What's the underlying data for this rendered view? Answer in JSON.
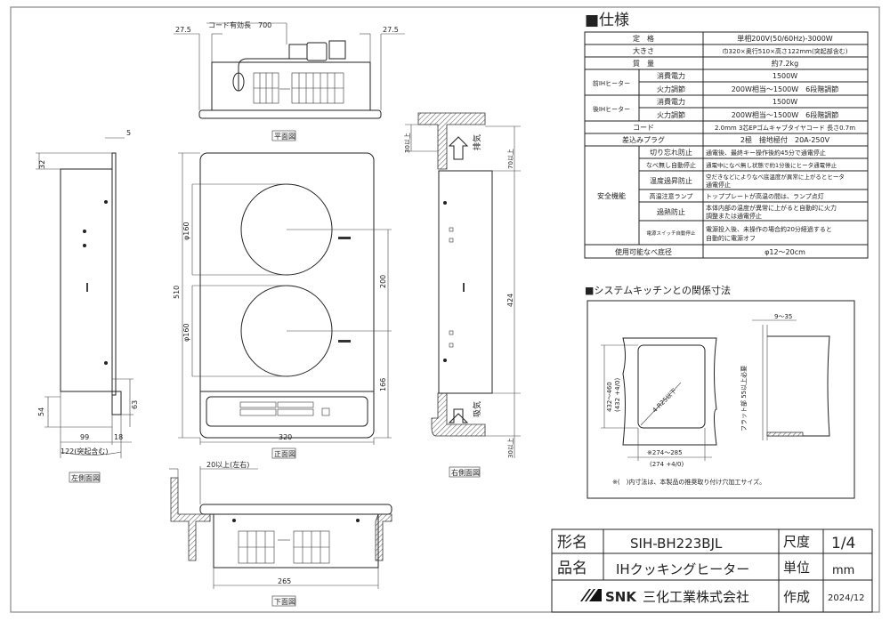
{
  "spec": {
    "title": "■仕様",
    "rows": [
      {
        "label": "定　格",
        "value": "単相200V(50/60Hz)-3000W"
      },
      {
        "label": "大きさ",
        "value": "巾320×奥行510×高さ122mm(突起部含む)"
      },
      {
        "label": "質　量",
        "value": "約7.2kg"
      }
    ],
    "front_heater": {
      "label": "前IHヒーター",
      "power_label": "消費電力",
      "power": "1500W",
      "control_label": "火力調節",
      "control": "200W相当～1500W　6段階調節"
    },
    "rear_heater": {
      "label": "後IHヒーター",
      "power_label": "消費電力",
      "power": "1500W",
      "control_label": "火力調節",
      "control": "200W相当～1500W　6段階調節"
    },
    "cord": {
      "label": "コード",
      "value": "2.0mm 3芯EPゴムキャブタイヤコード 長さ0.7m"
    },
    "plug": {
      "label": "差込みプラグ",
      "value": "2極　接地極付　20A-250V"
    },
    "safety": {
      "label": "安全機能",
      "items": [
        {
          "name": "切り忘れ防止",
          "desc1": "通電後、最終キー操作後約45分で通電停止",
          "desc2": ""
        },
        {
          "name": "なべ無し自動停止",
          "desc1": "通電中になべ無し状態で約1分後にヒータ通電停止",
          "desc2": ""
        },
        {
          "name": "温度過昇防止",
          "desc1": "空だきなどによりなべ底温度が異常に上がるとヒータ",
          "desc2": "通電停止"
        },
        {
          "name": "高温注意ランプ",
          "desc1": "トッププレートが高温の間は、ランプ点灯",
          "desc2": ""
        },
        {
          "name": "過熱防止",
          "desc1": "本体内部の温度が異常に上がると自動的に火力",
          "desc2": "調整または通電停止"
        },
        {
          "name": "電源スイッチ自動停止",
          "desc1": "電源投入後、未操作の場合約20分経過すると",
          "desc2": "自動的に電源オフ"
        }
      ]
    },
    "pan": {
      "label": "使用可能なべ底径",
      "value": "φ12～20cm"
    }
  },
  "kitchen": {
    "title": "■システムキッチンとの関係寸法",
    "depth_range": "432～460",
    "depth_rec": "(432 +4/0)",
    "corner": "4-R25以下",
    "width_range": "※274～285",
    "width_rec": "(274 +4/0)",
    "flat": "フラット部 55以上必要",
    "thickness": "9～35",
    "note": "※(　)内寸法は、本製品の推奨取り付け穴加工サイズ。"
  },
  "views": {
    "top": {
      "label": "平面図",
      "cord": "コード有効長　700",
      "left": "27.5",
      "right": "27.5"
    },
    "front": {
      "label": "正面図",
      "height": "510",
      "dia1": "φ160",
      "dia2": "φ160",
      "pitch": "200",
      "front_dist": "166",
      "width": "320"
    },
    "left": {
      "label": "左側面図",
      "d5": "5",
      "d32": "32",
      "d54": "54",
      "d63": "63",
      "d99": "99",
      "d18": "18",
      "d122": "122(突起含む)"
    },
    "right": {
      "label": "右側面図",
      "exhaust": "排気",
      "intake": "吸気",
      "top_clear": "30以上",
      "rear_clear": "70以上",
      "depth": "424",
      "bottom_clear": "30以上"
    },
    "bottom": {
      "label": "下面図",
      "side_clear": "20以上(左右)",
      "width": "265"
    }
  },
  "titleblock": {
    "model_label": "形名",
    "model": "SIH-BH223BJL",
    "name_label": "品名",
    "name": "IHクッキングヒーター",
    "scale_label": "尺度",
    "scale": "1/4",
    "unit_label": "単位",
    "unit": "mm",
    "date_label": "作成",
    "date": "2024/12",
    "company_logo": "SNK",
    "company": "三化工業株式会社"
  }
}
